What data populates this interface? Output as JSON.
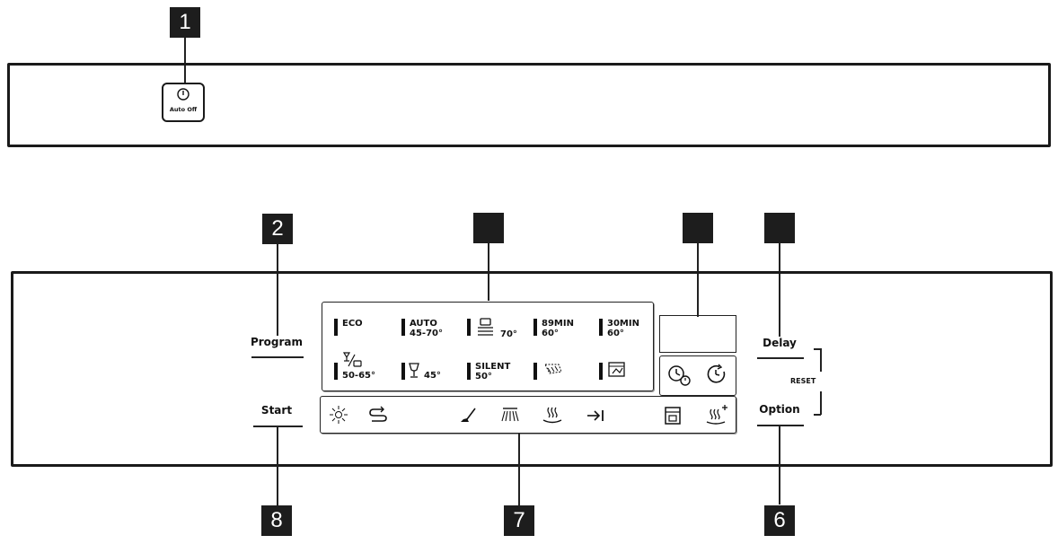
{
  "callouts": {
    "c1": "1",
    "c2": "2",
    "c3": "",
    "c4": "",
    "c5": "",
    "c6": "6",
    "c7": "7",
    "c8": "8"
  },
  "top_panel": {
    "power_button": {
      "icon": "power-icon",
      "label": "Auto Off"
    }
  },
  "control_panel": {
    "program_label": "Program",
    "start_label": "Start",
    "delay_label": "Delay",
    "option_label": "Option",
    "reset_label": "RESET",
    "programs_row1": [
      {
        "line1": "ECO",
        "line2": ""
      },
      {
        "line1": "AUTO",
        "line2": "45-70°"
      },
      {
        "icon": "pot-icon",
        "line2": "70°"
      },
      {
        "line1": "89MIN",
        "line2": "60°"
      },
      {
        "line1": "30MIN",
        "line2": "60°"
      }
    ],
    "programs_row2": [
      {
        "icon": "glass-pot-icon",
        "line2": "50-65°"
      },
      {
        "icon": "glass-icon",
        "line2": "45°"
      },
      {
        "line1": "SILENT",
        "line2": "50°"
      },
      {
        "icon": "rinse-icon"
      },
      {
        "icon": "machine-care-icon"
      }
    ],
    "time_icons": [
      "delay-clock-icon",
      "time-clock-icon"
    ],
    "indicator_icons": [
      "sun-icon",
      "cycle-arrows-icon",
      "rinse-aid-icon",
      "spray-icon",
      "drying-icon",
      "end-arrow-icon",
      "tray-icon",
      "extra-dry-icon"
    ]
  }
}
